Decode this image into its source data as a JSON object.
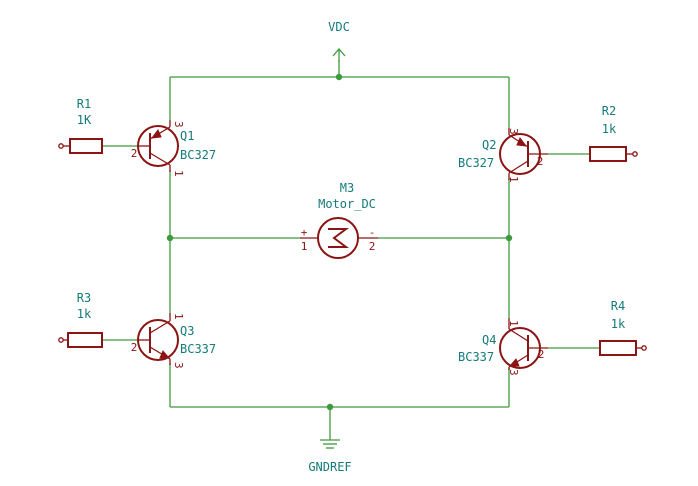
{
  "power": {
    "vdc": "VDC",
    "gnd": "GNDREF"
  },
  "motor": {
    "ref": "M3",
    "value": "Motor_DC",
    "pin_plus": "+",
    "pin_minus": "-",
    "pin1": "1",
    "pin2": "2"
  },
  "resistors": {
    "r1": {
      "ref": "R1",
      "value": "1K"
    },
    "r2": {
      "ref": "R2",
      "value": "1k"
    },
    "r3": {
      "ref": "R3",
      "value": "1k"
    },
    "r4": {
      "ref": "R4",
      "value": "1k"
    }
  },
  "transistors": {
    "q1": {
      "ref": "Q1",
      "value": "BC327",
      "pin_b": "2",
      "pin_top": "3",
      "pin_bottom": "1"
    },
    "q2": {
      "ref": "Q2",
      "value": "BC327",
      "pin_b": "2",
      "pin_top": "3",
      "pin_bottom": "1"
    },
    "q3": {
      "ref": "Q3",
      "value": "BC337",
      "pin_b": "2",
      "pin_top": "1",
      "pin_bottom": "3"
    },
    "q4": {
      "ref": "Q4",
      "value": "BC337",
      "pin_b": "2",
      "pin_top": "1",
      "pin_bottom": "3"
    }
  },
  "colors": {
    "wire": "#3f9a3f",
    "component": "#8b1414",
    "label": "#157a7a"
  }
}
